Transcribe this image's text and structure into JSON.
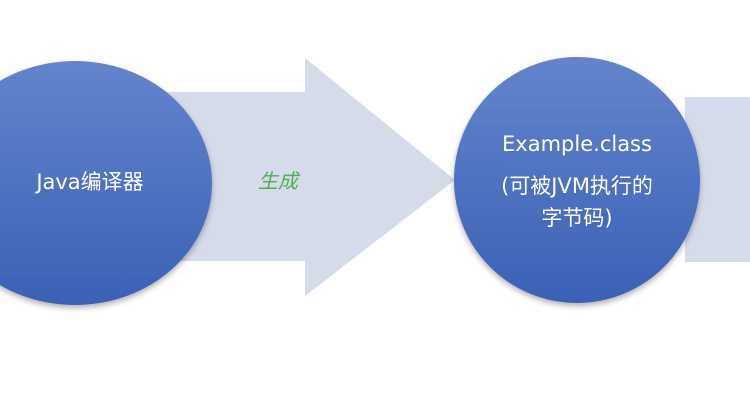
{
  "nodes": {
    "compiler": {
      "label": "Java编译器"
    },
    "classfile": {
      "line1": "Example.class",
      "line2": "(可被JVM执行的",
      "line3": "字节码)"
    }
  },
  "edges": {
    "compile": {
      "label": "生成"
    }
  },
  "colors": {
    "node": "#4a6fc0",
    "arrow": "#d6dbe9",
    "edge_label": "#4caf50"
  }
}
